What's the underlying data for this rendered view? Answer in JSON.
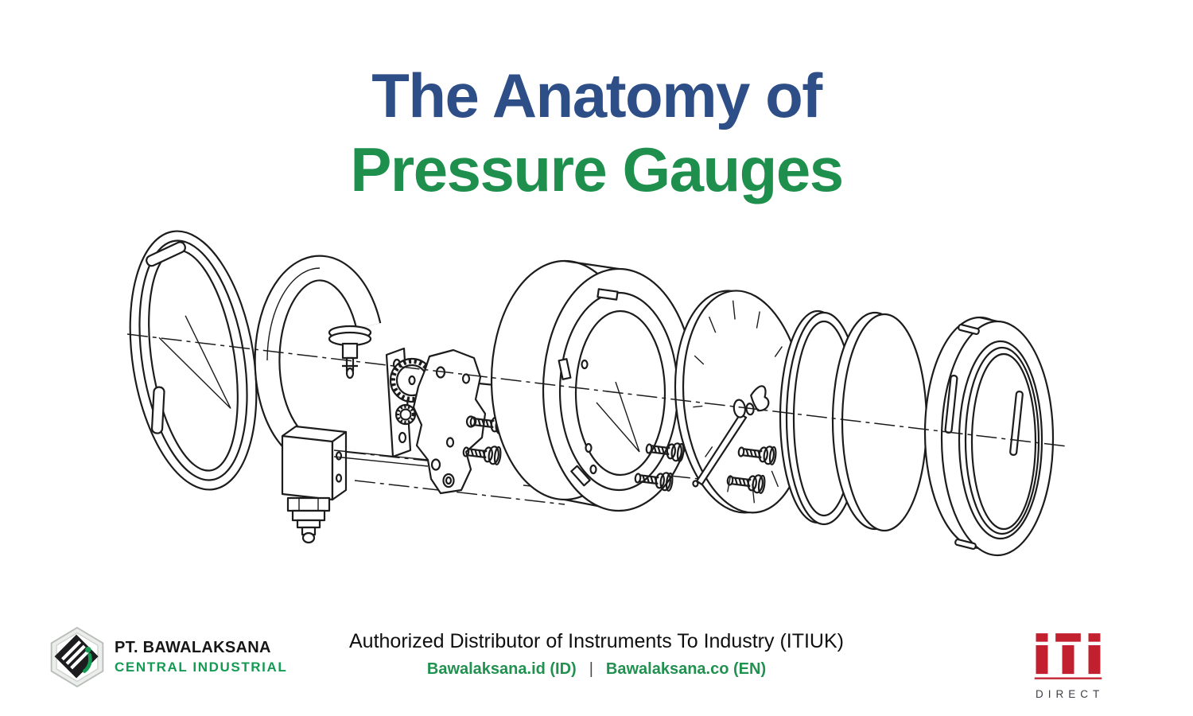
{
  "slide": {
    "title": {
      "line1": "The Anatomy of",
      "line2": "Pressure Gauges"
    },
    "footer": {
      "tagline": "Authorized Distributor of Instruments To Industry (ITIUK)",
      "link_id": "Bawalaksana.id (ID)",
      "separator": "|",
      "link_en": "Bawalaksana.co (EN)"
    },
    "brand_left": {
      "name_line1": "PT. BAWALAKSANA",
      "name_line2": "CENTRAL INDUSTRIAL"
    },
    "brand_right": {
      "wordmark": "iTi",
      "sub_label": "DIRECT"
    }
  },
  "colors": {
    "title_blue": "#2d4e87",
    "title_green": "#1e8f4d",
    "link_green": "#21914f",
    "logo_green": "#149a52",
    "iti_red": "#c2202e",
    "direct_gray": "#3e3e46",
    "line_ink": "#1c1c1c"
  }
}
